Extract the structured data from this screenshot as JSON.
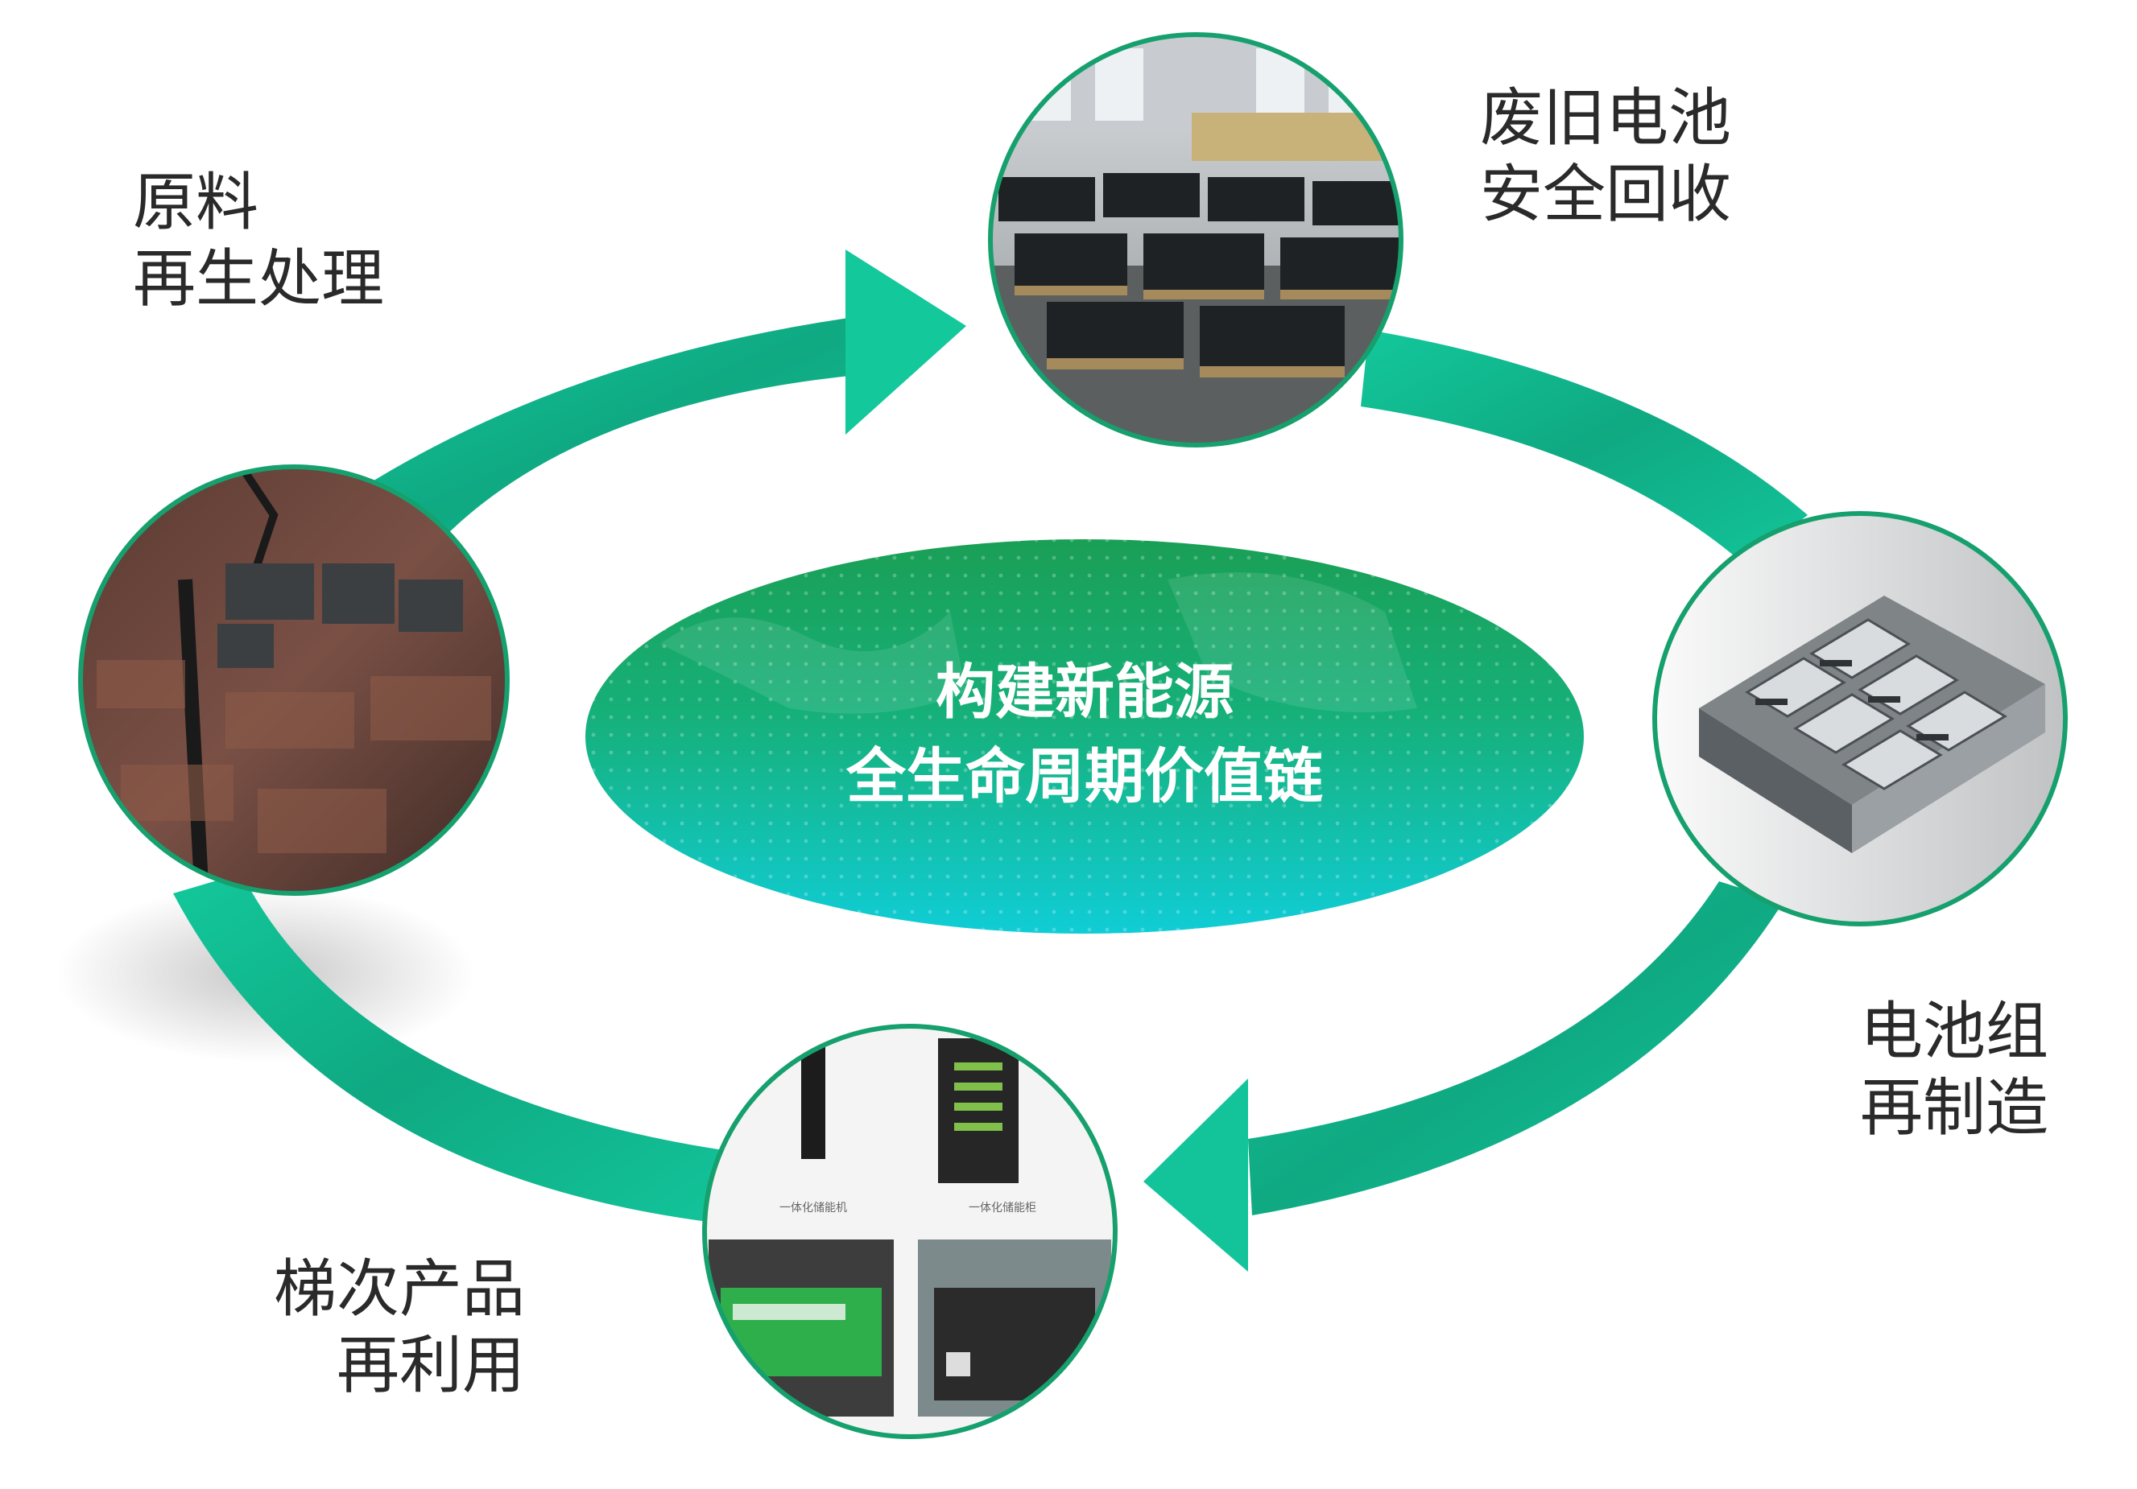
{
  "center": {
    "line1": "构建新能源",
    "line2": "全生命周期价值链"
  },
  "stages": {
    "recycle": {
      "line1": "废旧电池",
      "line2": "安全回收"
    },
    "remanufacture": {
      "line1": "电池组",
      "line2": "再制造"
    },
    "cascade": {
      "line1": "梯次产品",
      "line2": "再利用"
    },
    "raw": {
      "line1": "原料",
      "line2": "再生处理"
    }
  },
  "photos": {
    "cascade_caption_left": "一体化储能机",
    "cascade_caption_right": "一体化储能柜"
  },
  "colors": {
    "arrow_light": "#12c79a",
    "arrow_dark": "#0e9a76",
    "ring_border": "#16a06e",
    "center_top": "#1aa366",
    "center_bottom": "#12c6cf"
  }
}
